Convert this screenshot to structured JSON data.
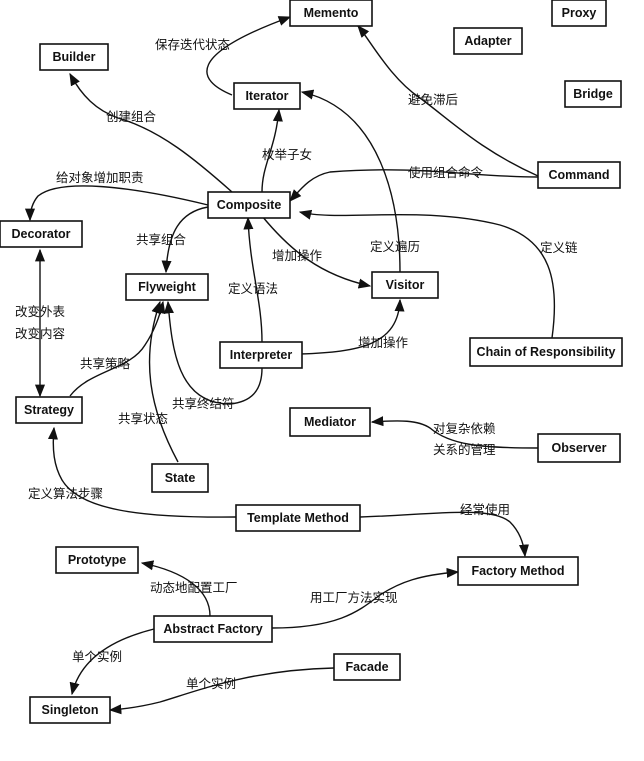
{
  "nodes": [
    {
      "id": "memento",
      "label": "Memento"
    },
    {
      "id": "proxy",
      "label": "Proxy"
    },
    {
      "id": "builder",
      "label": "Builder"
    },
    {
      "id": "adapter",
      "label": "Adapter"
    },
    {
      "id": "iterator",
      "label": "Iterator"
    },
    {
      "id": "bridge",
      "label": "Bridge"
    },
    {
      "id": "command",
      "label": "Command"
    },
    {
      "id": "composite",
      "label": "Composite"
    },
    {
      "id": "decorator",
      "label": "Decorator"
    },
    {
      "id": "flyweight",
      "label": "Flyweight"
    },
    {
      "id": "visitor",
      "label": "Visitor"
    },
    {
      "id": "chain",
      "label": "Chain of Responsibility"
    },
    {
      "id": "interpreter",
      "label": "Interpreter"
    },
    {
      "id": "strategy",
      "label": "Strategy"
    },
    {
      "id": "mediator",
      "label": "Mediator"
    },
    {
      "id": "observer",
      "label": "Observer"
    },
    {
      "id": "state",
      "label": "State"
    },
    {
      "id": "template",
      "label": "Template Method"
    },
    {
      "id": "prototype",
      "label": "Prototype"
    },
    {
      "id": "factory_method",
      "label": "Factory Method"
    },
    {
      "id": "abstract_factory",
      "label": "Abstract Factory"
    },
    {
      "id": "facade",
      "label": "Facade"
    },
    {
      "id": "singleton",
      "label": "Singleton"
    }
  ],
  "edges": [
    {
      "from": "iterator",
      "to": "memento",
      "label": "保存迭代状态"
    },
    {
      "from": "composite",
      "to": "builder",
      "label": "创建组合"
    },
    {
      "from": "command",
      "to": "memento",
      "label": "避免滞后"
    },
    {
      "from": "composite",
      "to": "iterator",
      "label": "枚举子女"
    },
    {
      "from": "command",
      "to": "composite",
      "label": "使用组合命令"
    },
    {
      "from": "composite",
      "to": "decorator",
      "label": "给对象增加职责"
    },
    {
      "from": "composite",
      "to": "flyweight",
      "label": "共享组合"
    },
    {
      "from": "composite",
      "to": "visitor",
      "label": "增加操作"
    },
    {
      "from": "visitor",
      "to": "iterator",
      "label": "定义遍历"
    },
    {
      "from": "chain",
      "to": "composite",
      "label": "定义链"
    },
    {
      "from": "interpreter",
      "to": "composite",
      "label": "定义语法"
    },
    {
      "from": "interpreter",
      "to": "visitor",
      "label": "增加操作"
    },
    {
      "from": "decorator",
      "to": "strategy",
      "label": "改变外表"
    },
    {
      "from": "decorator",
      "to": "strategy",
      "label": "改变内容"
    },
    {
      "from": "strategy",
      "to": "flyweight",
      "label": "共享策略"
    },
    {
      "from": "interpreter",
      "to": "flyweight",
      "label": "共享终结符"
    },
    {
      "from": "state",
      "to": "flyweight",
      "label": "共享状态"
    },
    {
      "from": "observer",
      "to": "mediator",
      "label": "对复杂依赖"
    },
    {
      "from": "observer",
      "to": "mediator",
      "label": "关系的管理"
    },
    {
      "from": "template",
      "to": "strategy",
      "label": "定义算法步骤"
    },
    {
      "from": "template",
      "to": "factory_method",
      "label": "经常使用"
    },
    {
      "from": "abstract_factory",
      "to": "prototype",
      "label": "动态地配置工厂"
    },
    {
      "from": "abstract_factory",
      "to": "factory_method",
      "label": "用工厂方法实现"
    },
    {
      "from": "abstract_factory",
      "to": "singleton",
      "label": "单个实例"
    },
    {
      "from": "facade",
      "to": "singleton",
      "label": "单个实例"
    }
  ]
}
